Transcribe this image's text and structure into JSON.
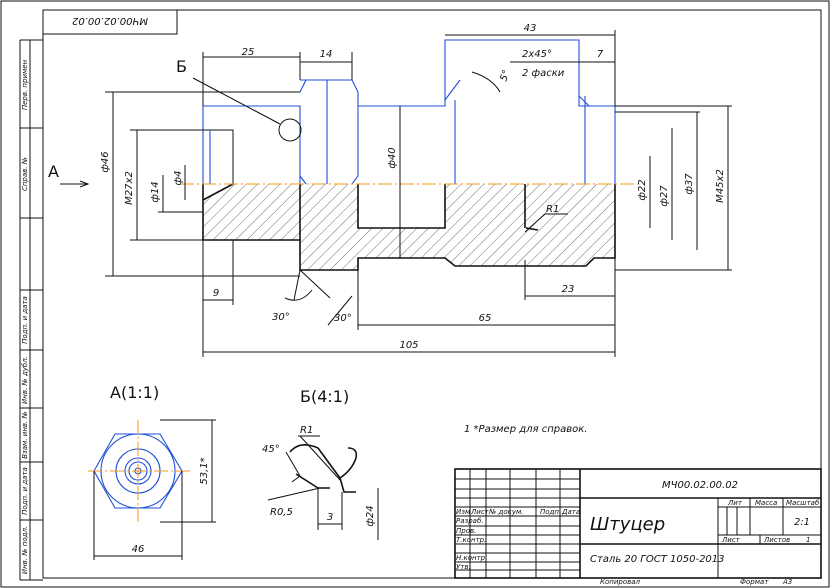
{
  "doc_code": "МЧ00.02.00.02",
  "doc_code_mirrored": "МЧ00.02.00.02",
  "sidebar": {
    "perv_primen": "Перв. примен",
    "sprav": "Справ. №",
    "podp_data1": "Подп. и дата",
    "inv_dubl": "Инв. № дубл.",
    "vzam_inv": "Взам. инв. №",
    "podp_data2": "Подп. и дата",
    "inv_podl": "Инв. № подл."
  },
  "view_labels": {
    "arrow_a": "А",
    "section_b": "Б",
    "view_a": "А(1:1)",
    "view_b": "Б(4:1)"
  },
  "dims": {
    "d25": "25",
    "d14": "14",
    "d43": "43",
    "d7": "7",
    "chamfer": "2х45°",
    "chamfer2": "2 фаски",
    "ang5": "5°",
    "phi46": "ф46",
    "m27": "М27х2",
    "phi14": "ф14",
    "phi4": "ф4",
    "phi40": "ф40",
    "r1": "R1",
    "phi22": "ф22",
    "phi27": "ф27",
    "phi37": "ф37",
    "m45": "М45х2",
    "d9": "9",
    "d30a": "30°",
    "d30b": "30°",
    "d65": "65",
    "d23": "23",
    "d105": "105",
    "d46": "46",
    "d531": "53,1*",
    "d45deg": "45°",
    "r1b": "R1",
    "r05": "R0,5",
    "d3": "3",
    "phi24": "ф24"
  },
  "note": "1 *Размер для справок.",
  "title_block": {
    "code": "МЧ00.02.00.02",
    "name": "Штуцер",
    "material": "Сталь 20 ГОСТ 1050-2013",
    "lit": "Лит",
    "massa": "Масса",
    "masshtab": "Масштаб",
    "scale_val": "2:1",
    "list": "Лист",
    "listov": "Листов",
    "listov_val": "1",
    "izm": "Изм",
    "list_col": "Лист",
    "n_dokum": "№ докум.",
    "podp": "Подп.",
    "data": "Дата",
    "razrab": "Разраб.",
    "prov": "Пров.",
    "t_kontr": "Т.контр.",
    "n_kontr": "Н.контр.",
    "utv": "Утв.",
    "kopiroval": "Копировал",
    "format": "Формат",
    "format_val": "А3"
  }
}
